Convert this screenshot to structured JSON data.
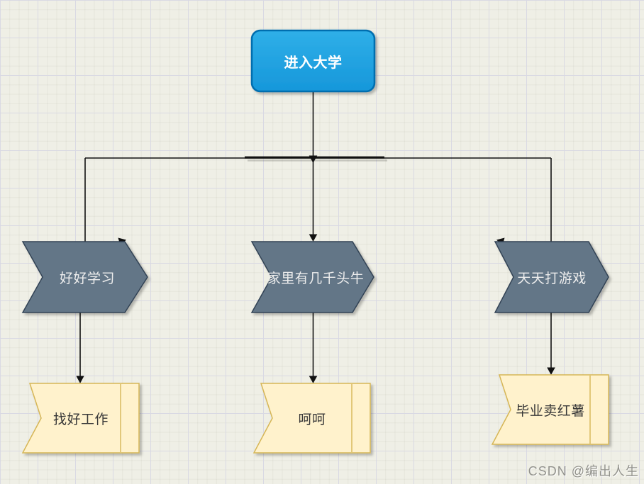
{
  "diagram": {
    "canvas": {
      "background_color": "#efefe6",
      "grid_minor_color": "#e3e3d8",
      "grid_major_color": "#d9d9e3"
    },
    "nodes": {
      "start": {
        "label": "进入大学",
        "shape": "rounded-rectangle",
        "fill": "#1ba1e2",
        "stroke": "#006eaf",
        "text_color": "#ffffff"
      },
      "path_study": {
        "label": "好好学习",
        "shape": "step-chevron",
        "fill": "#647687",
        "stroke": "#314354",
        "text_color": "#ededed"
      },
      "path_cattle": {
        "label": "家里有几千头牛",
        "shape": "step-chevron",
        "fill": "#647687",
        "stroke": "#314354",
        "text_color": "#ededed"
      },
      "path_game": {
        "label": "天天打游戏",
        "shape": "step-chevron",
        "fill": "#647687",
        "stroke": "#314354",
        "text_color": "#ededed"
      },
      "result_job": {
        "label": "找好工作",
        "shape": "flag",
        "fill": "#fff2cc",
        "stroke": "#d6b656",
        "text_color": "#383838"
      },
      "result_hehe": {
        "label": "呵呵",
        "shape": "flag",
        "fill": "#fff2cc",
        "stroke": "#d6b656",
        "text_color": "#383838"
      },
      "result_potato": {
        "label": "毕业卖红薯",
        "shape": "flag",
        "fill": "#fff2cc",
        "stroke": "#d6b656",
        "text_color": "#383838"
      }
    },
    "edges": {
      "color": "#111111",
      "connections": [
        {
          "from": "start",
          "to": "path_study"
        },
        {
          "from": "start",
          "to": "path_cattle"
        },
        {
          "from": "start",
          "to": "path_game"
        },
        {
          "from": "path_study",
          "to": "result_job"
        },
        {
          "from": "path_cattle",
          "to": "result_hehe"
        },
        {
          "from": "path_game",
          "to": "result_potato"
        }
      ]
    },
    "watermark": {
      "text": "CSDN @编出人生",
      "color": "#92928c"
    }
  }
}
